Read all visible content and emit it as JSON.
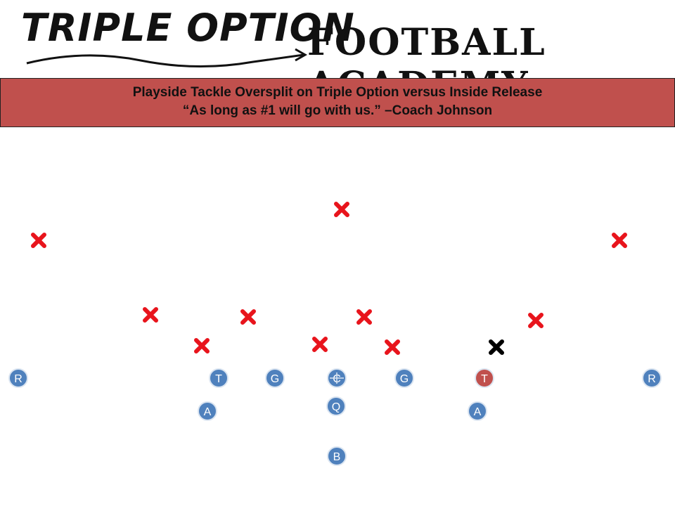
{
  "logo": {
    "script_text": "TRIPLE OPTION",
    "block_text": "FOOTBALL ACADEMY"
  },
  "title": {
    "line1": "Playside Tackle Oversplit on Triple Option versus Inside Release",
    "line2": "“As long as #1 will go with us.” –Coach Johnson"
  },
  "colors": {
    "banner": "#c0504d",
    "defender": "#e8141c",
    "highlight_defender": "#000000",
    "offense_fill": "#4f81bd",
    "offense_highlight": "#c0504d"
  },
  "offense": [
    {
      "label": "R",
      "id": "receiver-left"
    },
    {
      "label": "T",
      "id": "tackle-left"
    },
    {
      "label": "G",
      "id": "guard-left"
    },
    {
      "label": "C",
      "id": "center"
    },
    {
      "label": "G",
      "id": "guard-right"
    },
    {
      "label": "T",
      "id": "tackle-right",
      "highlight": true
    },
    {
      "label": "R",
      "id": "receiver-right"
    },
    {
      "label": "A",
      "id": "a-back-left"
    },
    {
      "label": "Q",
      "id": "quarterback"
    },
    {
      "label": "A",
      "id": "a-back-right"
    },
    {
      "label": "B",
      "id": "b-back"
    }
  ],
  "defense": [
    {
      "id": "safety"
    },
    {
      "id": "corner-left"
    },
    {
      "id": "corner-right"
    },
    {
      "id": "outside-backer-left"
    },
    {
      "id": "linebacker-left"
    },
    {
      "id": "linebacker-right"
    },
    {
      "id": "outside-backer-right"
    },
    {
      "id": "end-left"
    },
    {
      "id": "nose"
    },
    {
      "id": "tackle-right-dl"
    },
    {
      "id": "end-right",
      "highlight": true
    }
  ]
}
